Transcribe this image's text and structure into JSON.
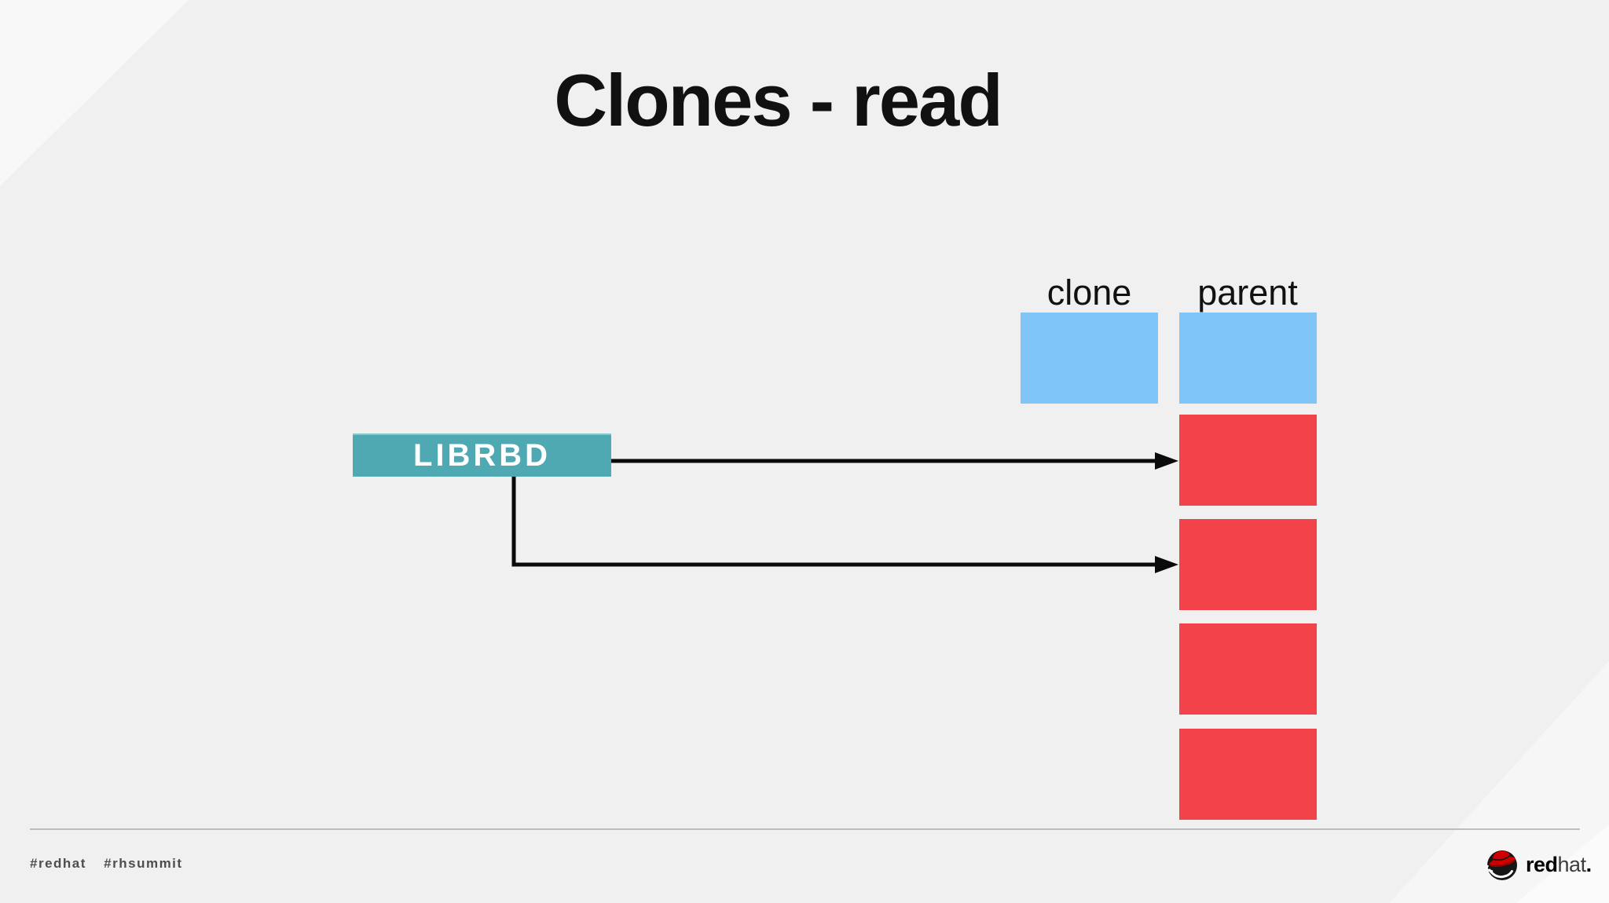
{
  "slide": {
    "title": "Clones - read"
  },
  "diagram": {
    "librbd_label": "LIBRBD",
    "columns": [
      {
        "label": "clone",
        "blocks": [
          {
            "color": "blue"
          }
        ]
      },
      {
        "label": "parent",
        "blocks": [
          {
            "color": "blue"
          },
          {
            "color": "red"
          },
          {
            "color": "red"
          },
          {
            "color": "red"
          },
          {
            "color": "red"
          }
        ]
      }
    ],
    "arrows": [
      {
        "from": "librbd-box",
        "to": "parent-block-2",
        "style": "straight"
      },
      {
        "from": "librbd-box",
        "to": "parent-block-3",
        "style": "elbow"
      }
    ]
  },
  "footer": {
    "hashtags": [
      "#redhat",
      "#rhsummit"
    ],
    "logo": {
      "bold": "red",
      "regular": "hat",
      "dot": "."
    }
  },
  "colors": {
    "background": "#f0f0f1",
    "block_blue": "#80c5f8",
    "block_red": "#f2434a",
    "librbd_teal": "#4ea9b3",
    "arrow": "#0a0a0a",
    "divider": "#bdbdbd",
    "hashtag_gray": "#4d4d4d",
    "title_ink": "#111111",
    "redhat_red": "#cc0000"
  }
}
